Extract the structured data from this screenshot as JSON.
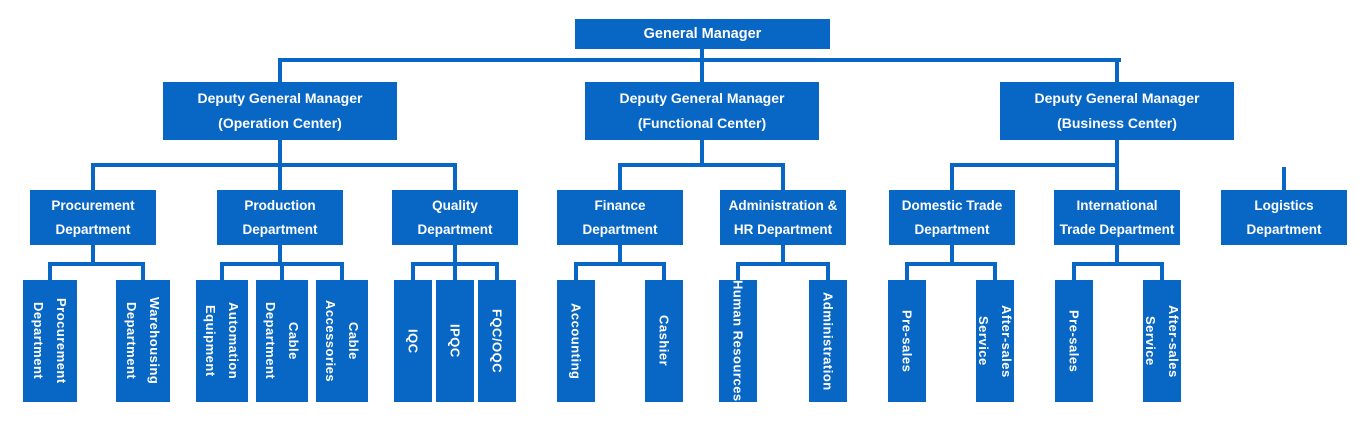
{
  "chart": {
    "type": "org-chart",
    "colors": {
      "box_blue": "#0866c4",
      "text_white": "#ffffff",
      "background": "#ffffff"
    },
    "root": {
      "label": "General Manager"
    },
    "branches": [
      {
        "label": "Deputy General Manager",
        "sublabel": "(Operation Center)",
        "departments": [
          {
            "line1": "Procurement",
            "line2": "Department",
            "units": [
              {
                "l1": "Procurement",
                "l2": "Department"
              },
              {
                "l1": "Warehousing",
                "l2": "Department"
              }
            ]
          },
          {
            "line1": "Production",
            "line2": "Department",
            "units": [
              {
                "l1": "Automation",
                "l2": "Equipment"
              },
              {
                "l1": "Cable",
                "l2": "Department"
              },
              {
                "l1": "Cable",
                "l2": "Accessories"
              }
            ]
          },
          {
            "line1": "Quality",
            "line2": "Department",
            "units": [
              {
                "l1": "IQC"
              },
              {
                "l1": "IPQC"
              },
              {
                "l1": "FQC/OQC"
              }
            ]
          }
        ]
      },
      {
        "label": "Deputy General Manager",
        "sublabel": "(Functional Center)",
        "departments": [
          {
            "line1": "Finance",
            "line2": "Department",
            "units": [
              {
                "l1": "Accounting"
              },
              {
                "l1": "Cashier"
              }
            ]
          },
          {
            "line1": "Administration &",
            "line2": "HR Department",
            "units": [
              {
                "l1": "Human Resources"
              },
              {
                "l1": "Administration"
              }
            ]
          }
        ]
      },
      {
        "label": "Deputy General Manager",
        "sublabel": "(Business Center)",
        "departments": [
          {
            "line1": "Domestic Trade",
            "line2": "Department",
            "units": [
              {
                "l1": "Pre-sales"
              },
              {
                "l1": "After-sales Service"
              }
            ]
          },
          {
            "line1": "International",
            "line2": "Trade Department",
            "units": [
              {
                "l1": "Pre-sales"
              },
              {
                "l1": "After-sales Service"
              }
            ]
          },
          {
            "line1": "Logistics",
            "line2": "Department",
            "units": []
          }
        ]
      }
    ]
  }
}
